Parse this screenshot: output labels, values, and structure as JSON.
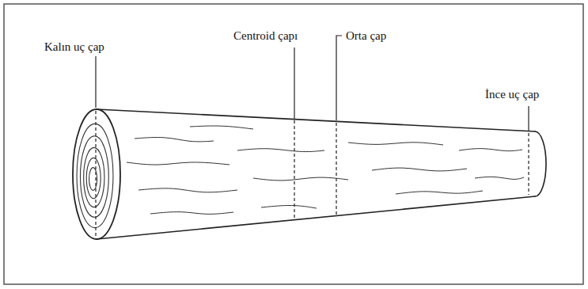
{
  "diagram": {
    "labels": [
      "Kalın uç çap",
      "Centroid çapı",
      "Orta çap",
      "İnce uç çap"
    ]
  }
}
